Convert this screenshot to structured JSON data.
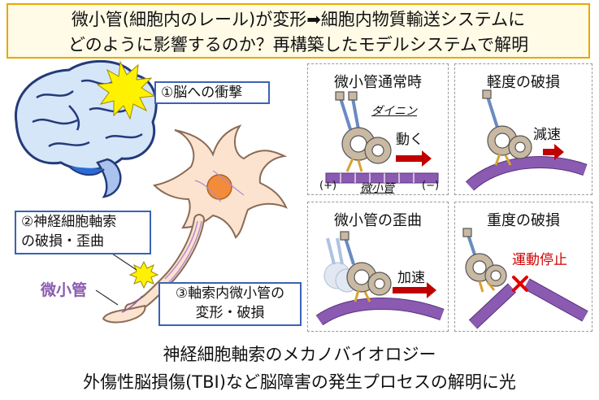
{
  "title": {
    "line1": "微小管(細胞内のレール)が変形➡細胞内物質輸送システムに",
    "line2": "どのように影響するのか？再構築したモデルシステムで解明"
  },
  "labels": {
    "brain_impact": "①脳への衝撃",
    "axon_damage_line1": "②神経細胞軸索",
    "axon_damage_line2": "の破損・歪曲",
    "microtubule_label": "微小管",
    "mt_deform_line1": "③軸索内微小管の",
    "mt_deform_line2": "変形・破損"
  },
  "panels": {
    "normal": {
      "title": "微小管通常時",
      "dynein": "ダイニン",
      "move": "動く",
      "plus": "(+)",
      "minus": "(−)",
      "mt": "微小管"
    },
    "mild": {
      "title": "軽度の破損",
      "speed": "減速"
    },
    "bent": {
      "title": "微小管の歪曲",
      "speed": "加速"
    },
    "severe": {
      "title": "重度の破損",
      "stop": "運動停止"
    }
  },
  "bottom": {
    "line1": "神経細胞軸索のメカノバイオロジー",
    "line2": "外傷性脳損傷(TBI)など脳障害の発生プロセスの解明に光"
  },
  "colors": {
    "title_border": "#e8a700",
    "label_border": "#3b62b4",
    "microtubule": "#8a5bb0",
    "arrow": "#c00000",
    "stop_text": "#d00000"
  }
}
